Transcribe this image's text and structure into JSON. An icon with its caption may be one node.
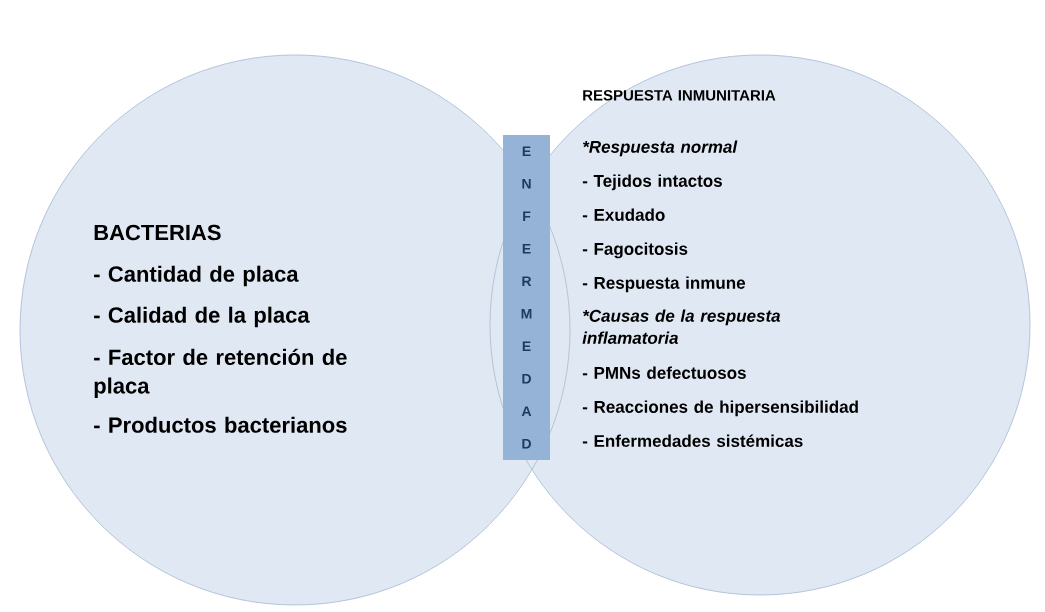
{
  "diagram": {
    "nodes": [
      {
        "text": [
          "BACTERIAS",
          "- Cantidad de placa",
          "- Calidad de la placa",
          "- Factor de retención de placa",
          "- Productos bacterianos"
        ]
      },
      {
        "text": [
          "RESPUESTA INMUNITARIA",
          "*Respuesta  normal",
          "- Tejidos intactos",
          "- Exudado",
          "- Fagocitosis",
          "- Respuesta inmune",
          "*Causas de la respuesta inflamatoria",
          "- PMNs defectuosos",
          "- Reacciones de hipersensibilidad",
          "- Enfermedades sistémicas"
        ]
      },
      {
        "text": [
          "ENFERMEDAD"
        ]
      }
    ]
  }
}
